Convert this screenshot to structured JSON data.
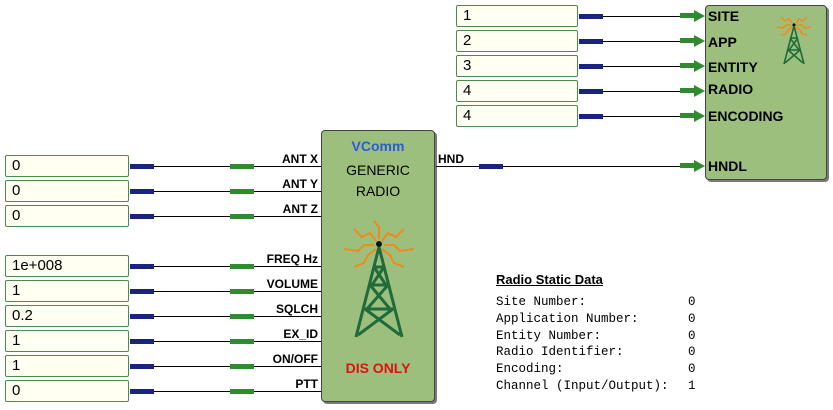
{
  "left_inputs": [
    {
      "value": "0",
      "port": "ANT X"
    },
    {
      "value": "0",
      "port": "ANT Y"
    },
    {
      "value": "0",
      "port": "ANT Z"
    },
    {
      "value": "1e+008",
      "port": "FREQ Hz"
    },
    {
      "value": "1",
      "port": "VOLUME"
    },
    {
      "value": "0.2",
      "port": "SQLCH"
    },
    {
      "value": "1",
      "port": "EX_ID"
    },
    {
      "value": "1",
      "port": "ON/OFF"
    },
    {
      "value": "0",
      "port": "PTT"
    }
  ],
  "radio_block": {
    "title": "VComm",
    "name_line1": "GENERIC",
    "name_line2": "RADIO",
    "status": "DIS ONLY",
    "output_port": "HND",
    "colors": {
      "title": "#2a5cd6",
      "status": "#e01010",
      "body": "#9dbf7d"
    }
  },
  "top_inputs": [
    {
      "value": "1",
      "port": "SITE"
    },
    {
      "value": "2",
      "port": "APP"
    },
    {
      "value": "3",
      "port": "ENTITY"
    },
    {
      "value": "4",
      "port": "RADIO"
    },
    {
      "value": "4",
      "port": "ENCODING"
    }
  ],
  "handle_port": "HNDL",
  "static_data": {
    "title": "Radio Static Data",
    "rows": [
      {
        "label": "Site Number:",
        "value": "0"
      },
      {
        "label": "Application Number:",
        "value": "0"
      },
      {
        "label": "Entity Number:",
        "value": "0"
      },
      {
        "label": "Radio Identifier:",
        "value": "0"
      },
      {
        "label": "Encoding:",
        "value": "0"
      },
      {
        "label": "Channel (Input/Output):",
        "value": "1"
      }
    ]
  }
}
